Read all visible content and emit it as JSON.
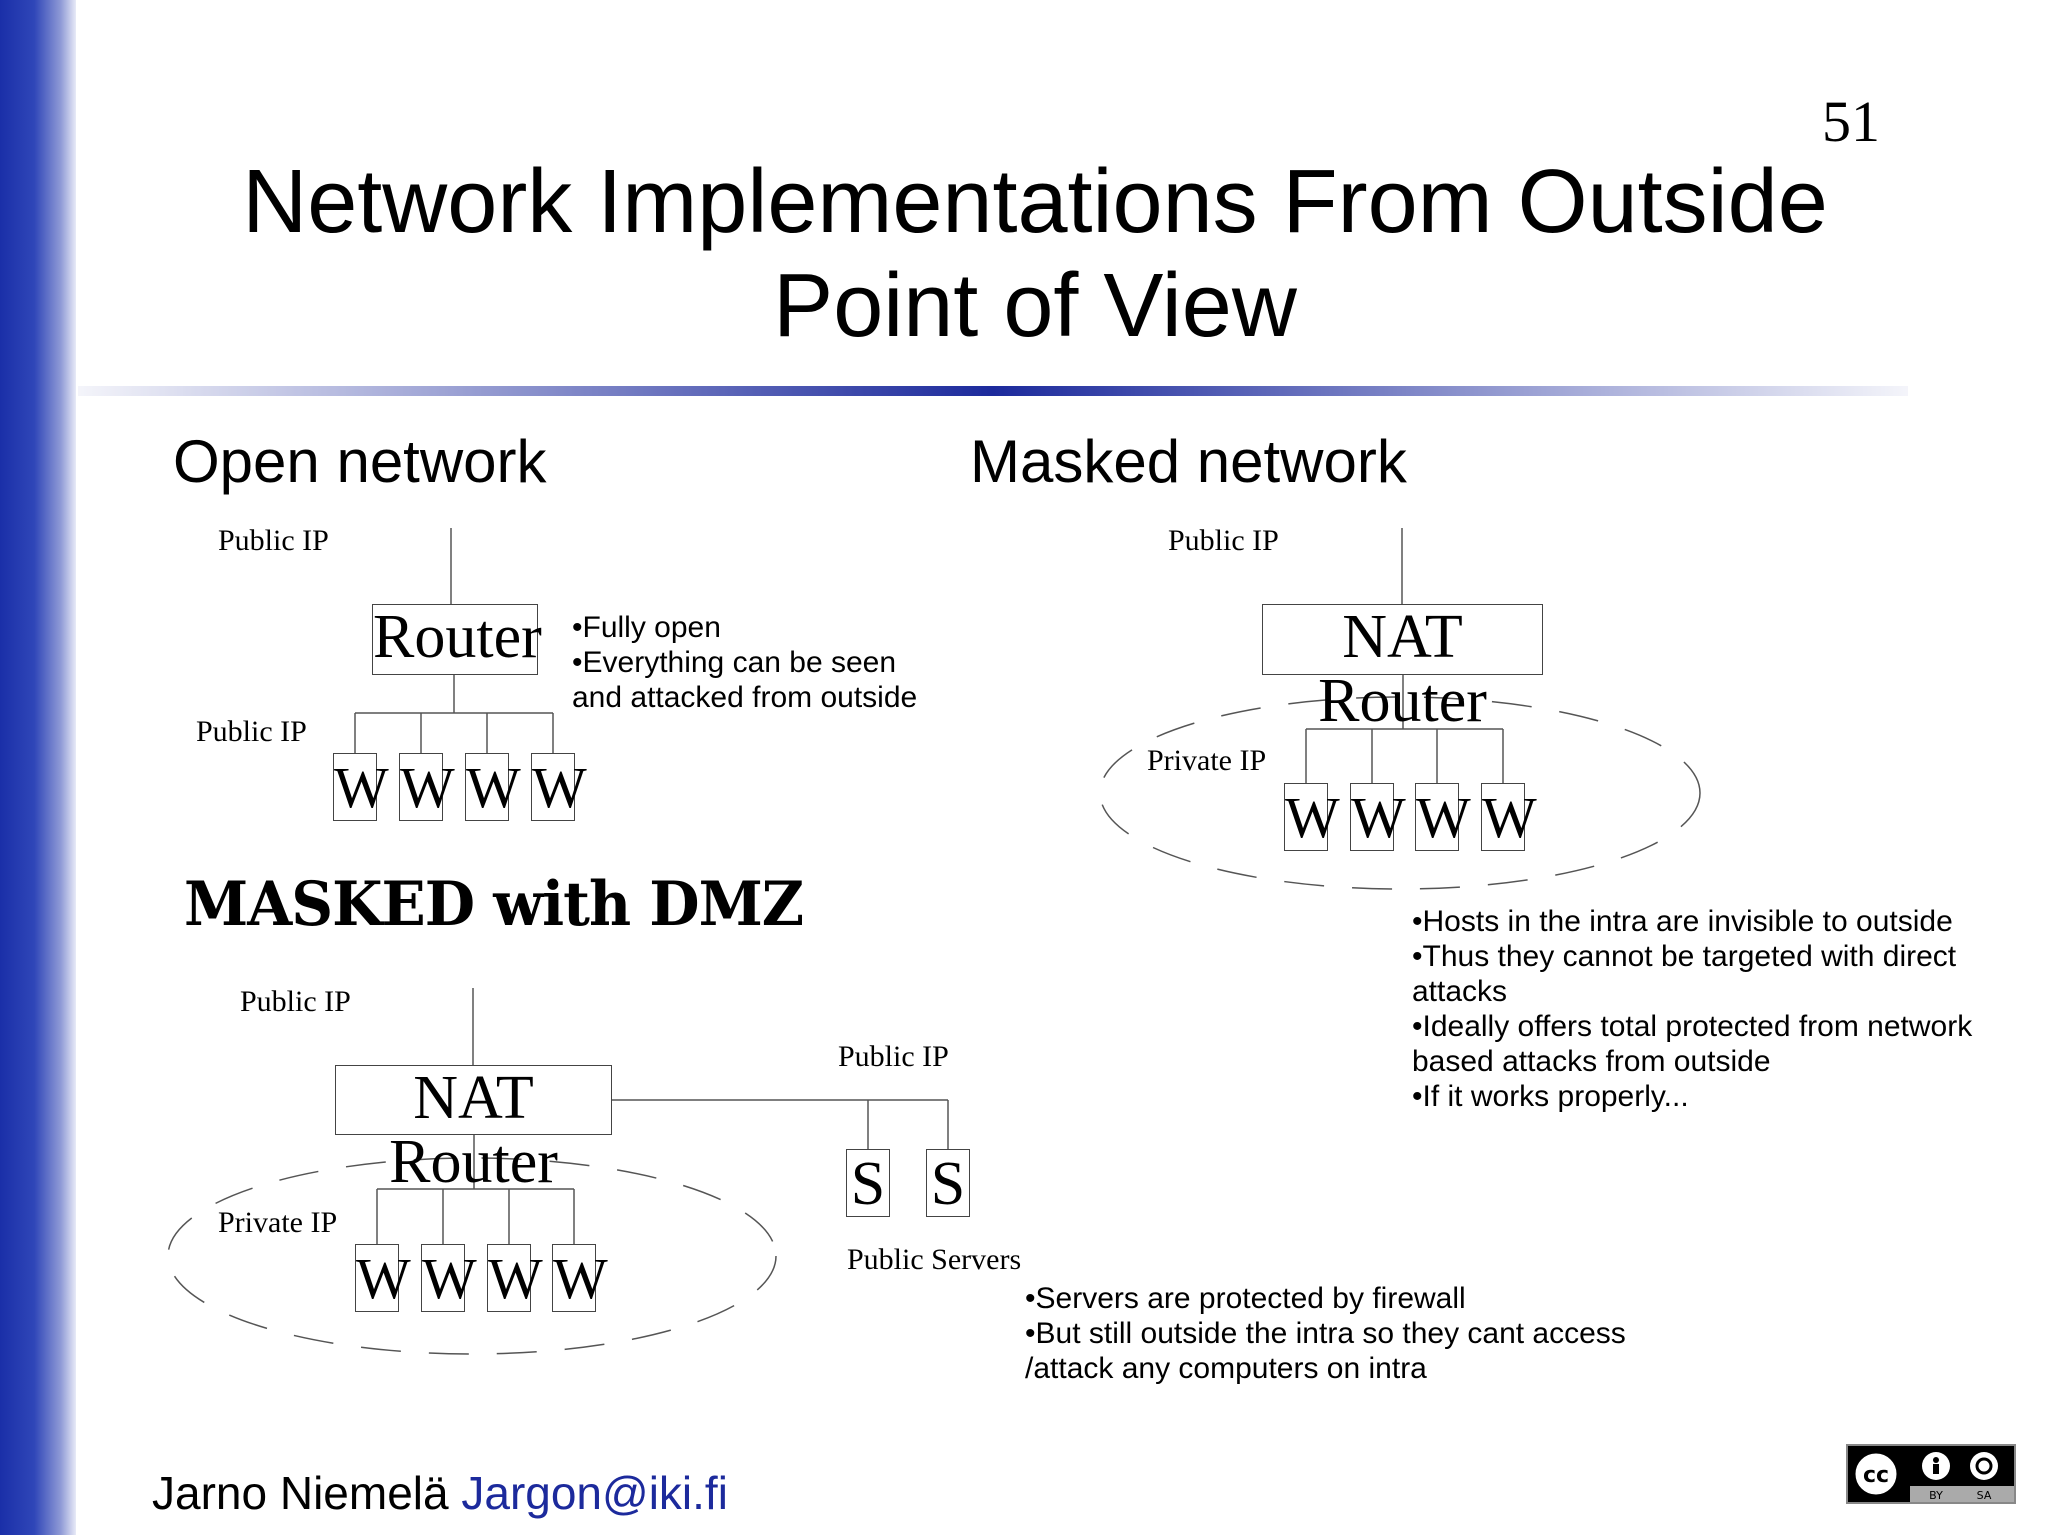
{
  "slide": {
    "number": "51",
    "title_line1": "Network Implementations From Outside",
    "title_line2": "Point of View"
  },
  "open_network": {
    "heading": "Open network",
    "public_ip_top": "Public IP",
    "router_label": "Router",
    "public_ip_hosts": "Public IP",
    "nodes": [
      "W",
      "W",
      "W",
      "W"
    ],
    "notes": [
      "•Fully open",
      "•Everything can be seen",
      "and attacked from outside"
    ]
  },
  "masked_network": {
    "heading": "Masked network",
    "public_ip_top": "Public IP",
    "router_label": "NAT Router",
    "private_ip": "Private IP",
    "nodes": [
      "W",
      "W",
      "W",
      "W"
    ],
    "notes": [
      "•Hosts in the intra are invisible to outside",
      "•Thus they cannot be targeted with direct",
      "attacks",
      "•Ideally offers total protected from network",
      "based attacks from outside",
      "•If it works properly..."
    ]
  },
  "dmz_network": {
    "heading": "MASKED with DMZ",
    "public_ip_top": "Public IP",
    "router_label": "NAT Router",
    "private_ip": "Private IP",
    "nodes": [
      "W",
      "W",
      "W",
      "W"
    ],
    "public_ip_servers": "Public IP",
    "servers": [
      "S",
      "S"
    ],
    "servers_label": "Public Servers",
    "notes": [
      "•Servers are protected by firewall",
      "•But still outside the intra so they cant access",
      "/attack any computers on intra"
    ]
  },
  "footer": {
    "author": "Jarno Niemelä",
    "email": "Jargon@iki.fi",
    "license_badge": "cc-by-sa-icon",
    "license_text": [
      "BY",
      "SA"
    ]
  },
  "colors": {
    "accent": "#1c2a9c",
    "left_bar": "#1a2fa8"
  }
}
